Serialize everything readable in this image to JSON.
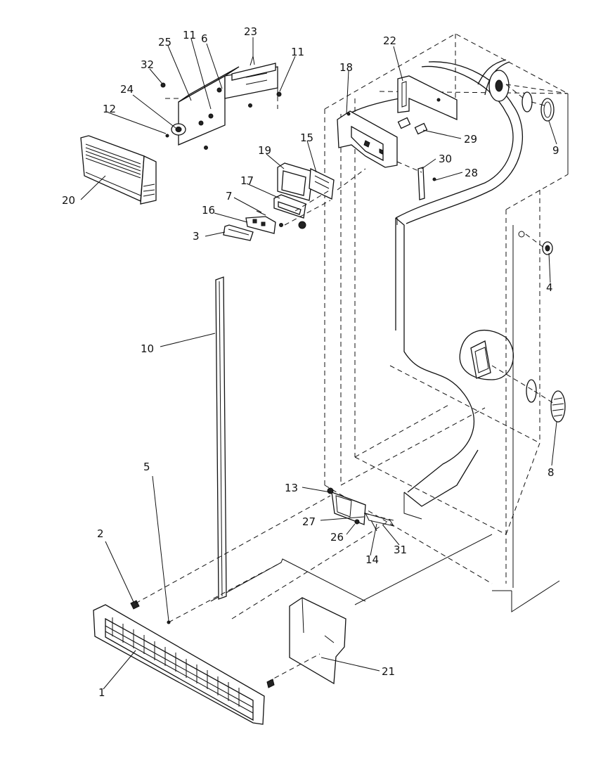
{
  "diagram": {
    "callouts": [
      {
        "id": "c1",
        "label": "1"
      },
      {
        "id": "c2",
        "label": "2"
      },
      {
        "id": "c3",
        "label": "3"
      },
      {
        "id": "c4",
        "label": "4"
      },
      {
        "id": "c5",
        "label": "5"
      },
      {
        "id": "c6",
        "label": "6"
      },
      {
        "id": "c7",
        "label": "7"
      },
      {
        "id": "c8",
        "label": "8"
      },
      {
        "id": "c9",
        "label": "9"
      },
      {
        "id": "c10",
        "label": "10"
      },
      {
        "id": "c11a",
        "label": "11"
      },
      {
        "id": "c11b",
        "label": "11"
      },
      {
        "id": "c12",
        "label": "12"
      },
      {
        "id": "c13",
        "label": "13"
      },
      {
        "id": "c14",
        "label": "14"
      },
      {
        "id": "c15",
        "label": "15"
      },
      {
        "id": "c16",
        "label": "16"
      },
      {
        "id": "c17",
        "label": "17"
      },
      {
        "id": "c18",
        "label": "18"
      },
      {
        "id": "c19",
        "label": "19"
      },
      {
        "id": "c20",
        "label": "20"
      },
      {
        "id": "c21",
        "label": "21"
      },
      {
        "id": "c22",
        "label": "22"
      },
      {
        "id": "c23",
        "label": "23"
      },
      {
        "id": "c24",
        "label": "24"
      },
      {
        "id": "c25",
        "label": "25"
      },
      {
        "id": "c26",
        "label": "26"
      },
      {
        "id": "c27",
        "label": "27"
      },
      {
        "id": "c28",
        "label": "28"
      },
      {
        "id": "c29",
        "label": "29"
      },
      {
        "id": "c30",
        "label": "30"
      },
      {
        "id": "c31",
        "label": "31"
      },
      {
        "id": "c32",
        "label": "32"
      }
    ]
  }
}
